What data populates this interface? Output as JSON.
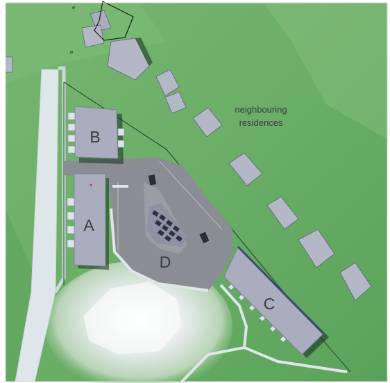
{
  "labels": {
    "building_a": "A",
    "building_b": "B",
    "building_c": "C",
    "building_d": "D",
    "neighbours_line1": "neighbouring",
    "neighbours_line2": "residences"
  },
  "colors": {
    "grass": "#6fb06a",
    "grass_dark": "#4f9452",
    "road": "#8a8d93",
    "path": "#dfe6ea",
    "roof": "#a9adbd",
    "roof_dark": "#7d8296",
    "shadow": "#1f3b2a",
    "hill": "#e9eeee",
    "solar": "#2b3142"
  }
}
